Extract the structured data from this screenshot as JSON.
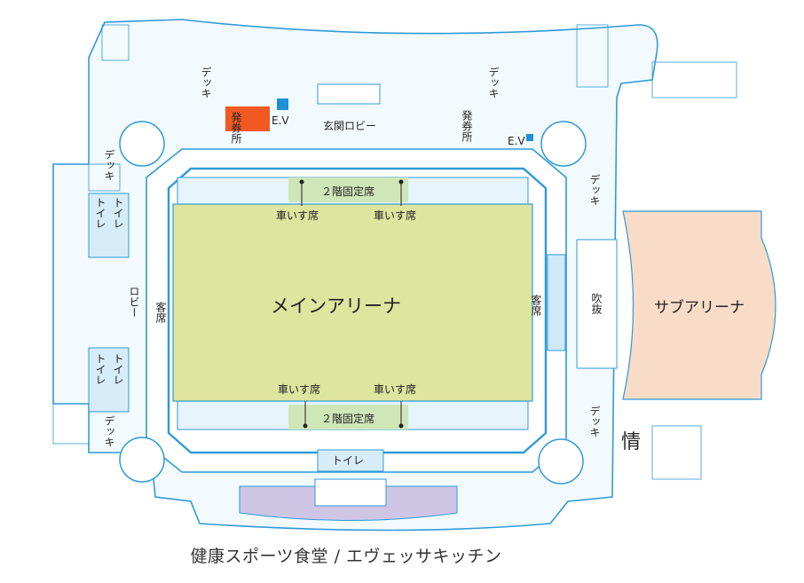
{
  "map": {
    "colors": {
      "outline": "#2f9ad8",
      "light_fill": "#e6f4fc",
      "arena_fill": "#dde59f",
      "sub_arena_fill": "#f8dcc8",
      "restaurant_fill": "#cfc6e6",
      "ticket_office_fill": "#f05a22",
      "ev_marker": "#1e90d6"
    },
    "labels": {
      "main_arena": "メインアリーナ",
      "sub_arena": "サブアリーナ",
      "entrance_lobby": "玄関ロビー",
      "lobby": "ロビー",
      "fukinuke": "吹抜",
      "seats": "客席",
      "fixed_seats_2f": "２階固定席",
      "wheelchair": "車いす席",
      "toilet": "トイレ",
      "deck": "デッキ",
      "ticket_office": "発券所",
      "ev": "E.V",
      "info": "情",
      "restaurant": "健康スポーツ食堂 / エヴェッサキッチン"
    }
  }
}
